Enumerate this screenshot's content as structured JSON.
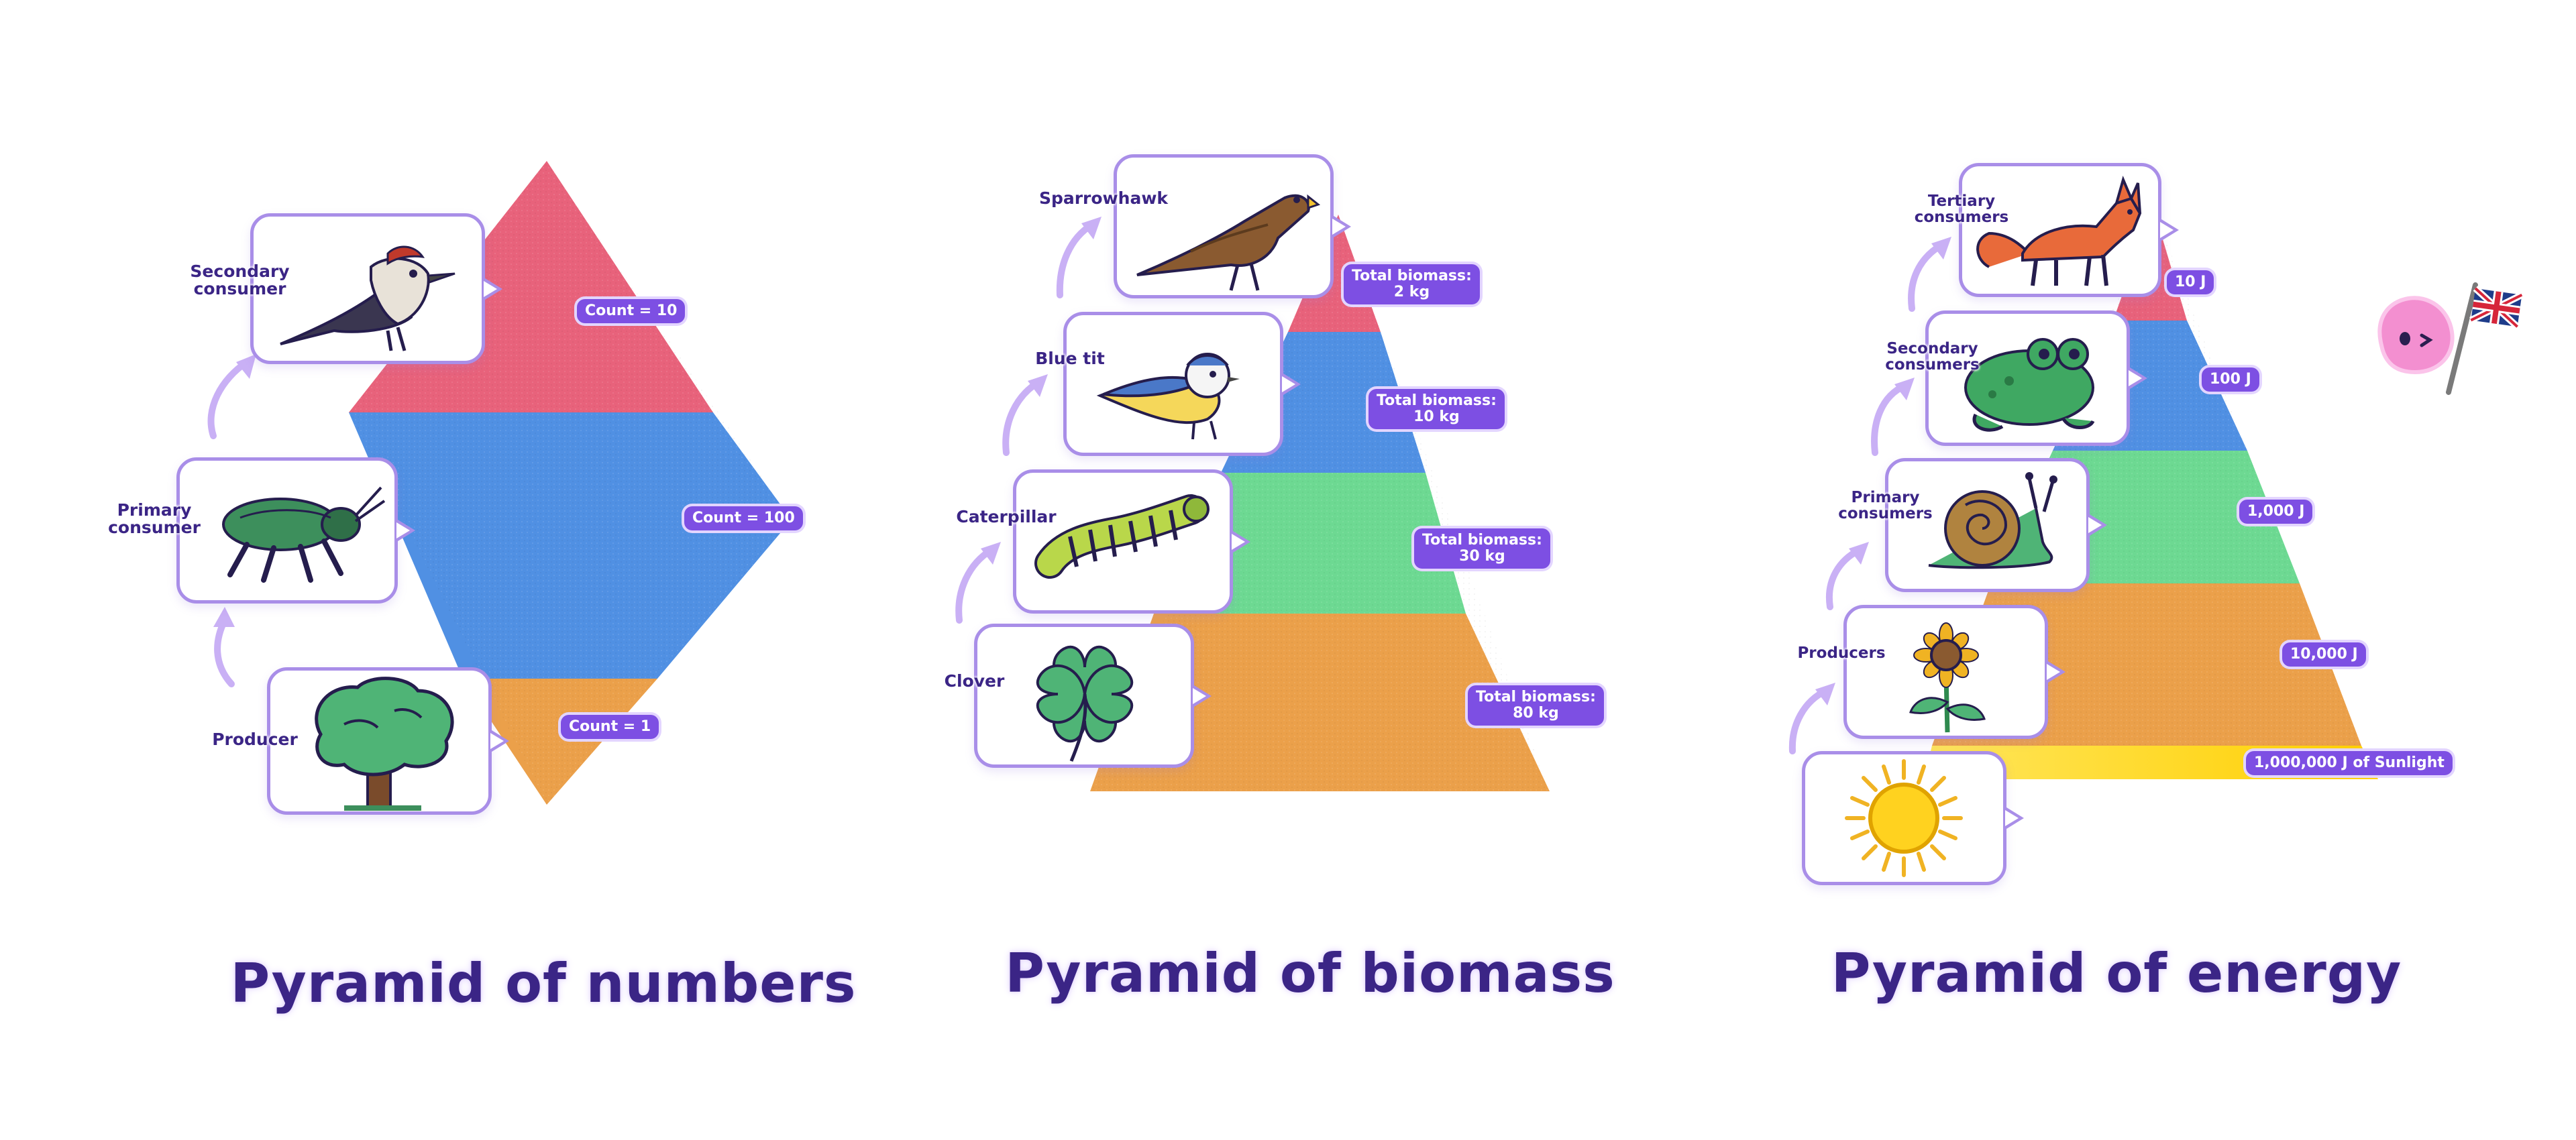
{
  "colors": {
    "pink": "#e8627b",
    "blue": "#5090e3",
    "green": "#6dd992",
    "orange": "#eba04a",
    "yellow": "#ffd400",
    "label": "#3b2586",
    "tag": "#7d4fe3",
    "card_border": "#a98ee8",
    "arrow": "#c9b0f5"
  },
  "pyramid_numbers": {
    "title": "Pyramid of numbers",
    "levels": [
      {
        "label": "Secondary\nconsumer",
        "icon": "woodpecker-icon",
        "tag": "Count = 10"
      },
      {
        "label": "Primary\nconsumer",
        "icon": "beetle-icon",
        "tag": "Count = 100"
      },
      {
        "label": "Producer",
        "icon": "tree-icon",
        "tag": "Count = 1"
      }
    ]
  },
  "pyramid_biomass": {
    "title": "Pyramid of biomass",
    "levels": [
      {
        "label": "Sparrowhawk",
        "icon": "hawk-icon",
        "tag": "Total biomass:\n2 kg"
      },
      {
        "label": "Blue tit",
        "icon": "blue-tit-icon",
        "tag": "Total biomass:\n10 kg"
      },
      {
        "label": "Caterpillar",
        "icon": "caterpillar-icon",
        "tag": "Total biomass:\n30 kg"
      },
      {
        "label": "Clover",
        "icon": "clover-icon",
        "tag": "Total biomass:\n80 kg"
      }
    ]
  },
  "pyramid_energy": {
    "title": "Pyramid of energy",
    "levels": [
      {
        "label": "Tertiary\nconsumers",
        "icon": "fox-icon",
        "tag": "10 J"
      },
      {
        "label": "Secondary\nconsumers",
        "icon": "frog-icon",
        "tag": "100 J"
      },
      {
        "label": "Primary\nconsumers",
        "icon": "snail-icon",
        "tag": "1,000 J"
      },
      {
        "label": "Producers",
        "icon": "sunflower-icon",
        "tag": "10,000 J"
      },
      {
        "label": "",
        "icon": "sun-icon",
        "tag": "1,000,000 J of Sunlight"
      }
    ]
  },
  "mascot": {
    "icon": "blob-mascot-icon",
    "flag_icon": "uk-flag-icon"
  }
}
